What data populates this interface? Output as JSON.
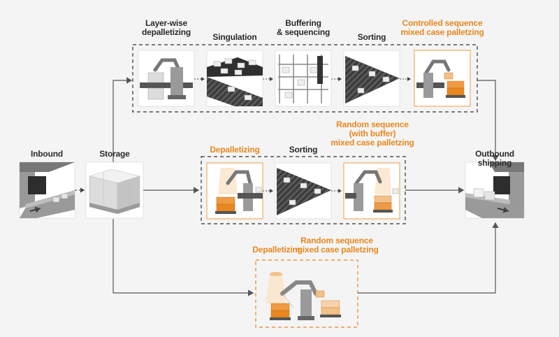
{
  "colors": {
    "accent": "#e8871e",
    "text": "#2a2a2a",
    "line": "#555555",
    "dash": "#333333"
  },
  "stages": {
    "inbound": "Inbound",
    "storage": "Storage",
    "outbound": "Outbound shipping"
  },
  "top_row": {
    "layer_wise": "Layer-wise\ndepalletizing",
    "singulation": "Singulation",
    "buffering": "Buffering\n& sequencing",
    "sorting": "Sorting",
    "controlled": "Controlled sequence\nmixed case palletzing"
  },
  "middle_row": {
    "depalletizing": "Depalletizing",
    "sorting": "Sorting",
    "random_buffer": "Random sequence\n(with buffer)\nmixed case palletzing"
  },
  "bottom_row": {
    "depalletizing": "Depalletizing",
    "random": "Random sequence\nmixed case palletzing"
  }
}
